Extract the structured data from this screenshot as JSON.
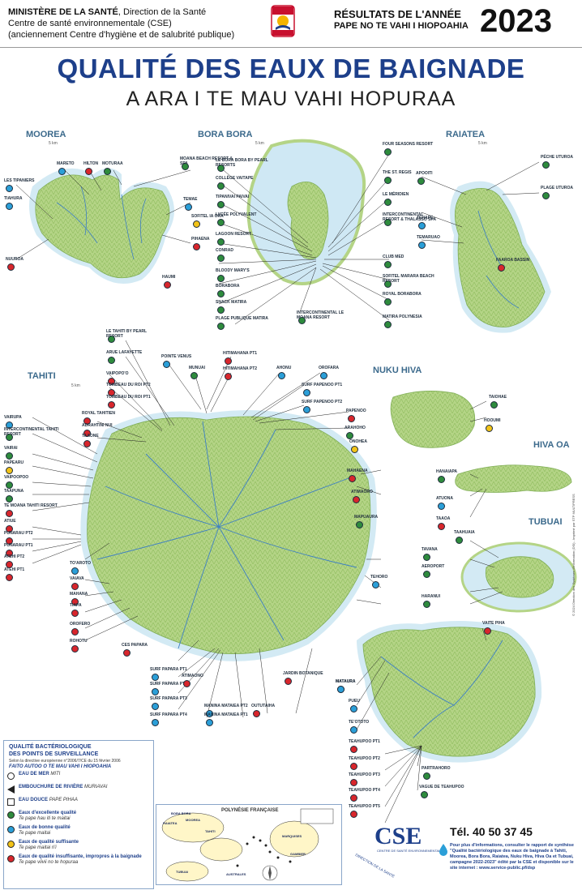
{
  "header": {
    "ministry": "MINISTÈRE DE LA SANTÉ",
    "direction": ", Direction de la Santé",
    "centre": "Centre de santé environnementale (CSE)",
    "former": "(anciennement Centre d'hygiène et de salubrité publique)",
    "results_line1": "RÉSULTATS DE L'ANNÉE",
    "results_line2": "PAPE NO TE VAHI I HIOPOAHIA",
    "year": "2023"
  },
  "title": "QUALITÉ DES EAUX DE BAIGNADE",
  "subtitle": "A ARA I TE MAU VAHI HOPURAA",
  "regions": {
    "moorea": "MOOREA",
    "bora": "BORA BORA",
    "raiatea": "RAIATEA",
    "tahiti": "TAHITI",
    "nukuhiva": "NUKU HIVA",
    "hivaoa": "HIVA OA",
    "tubuai": "TUBUAI"
  },
  "scale_label": "5 km",
  "colors": {
    "excellent": "#2e8b3d",
    "good": "#2b9fd8",
    "sufficient": "#f2c318",
    "insufficient": "#d8262c",
    "land": "#b7d58a",
    "river": "#3d7fc4",
    "lagoon": "#cfe8f4"
  },
  "sites": {
    "moorea": [
      {
        "name": "MARETO",
        "q": "good"
      },
      {
        "name": "HILTON",
        "q": "insufficient"
      },
      {
        "name": "MOTURAA",
        "q": "excellent"
      },
      {
        "name": "MOANA BEACH RESORT & SPA",
        "q": "excellent"
      },
      {
        "name": "LES TIPANIERS",
        "q": "good"
      },
      {
        "name": "TIAHURA",
        "q": "good"
      },
      {
        "name": "TEMAE",
        "q": "good"
      },
      {
        "name": "SOFITEL IA ORA",
        "q": "sufficient"
      },
      {
        "name": "PIHAENA",
        "q": "insufficient"
      },
      {
        "name": "NUUROA",
        "q": "insufficient"
      },
      {
        "name": "HAUMI",
        "q": "insufficient"
      }
    ],
    "bora": [
      {
        "name": "LE BORA BORA BY PEARL RESORTS",
        "q": "excellent"
      },
      {
        "name": "COLLÈGE VAITAPE",
        "q": "excellent"
      },
      {
        "name": "TIPANIVAI PAIVAI",
        "q": "excellent"
      },
      {
        "name": "LYCÉE POLYVALENT",
        "q": "excellent"
      },
      {
        "name": "LAGOON RESORT",
        "q": "excellent"
      },
      {
        "name": "CONRAD",
        "q": "excellent"
      },
      {
        "name": "BLOODY MARY'S",
        "q": "excellent"
      },
      {
        "name": "BORABORA",
        "q": "excellent"
      },
      {
        "name": "SNACK MATIRA",
        "q": "excellent"
      },
      {
        "name": "PLAGE PUBLIQUE MATIRA",
        "q": "excellent"
      },
      {
        "name": "INTERCONTINENTAL LE MOANA RESORT",
        "q": "excellent"
      },
      {
        "name": "FOUR SEASONS RESORT",
        "q": "excellent"
      },
      {
        "name": "THE ST. REGIS",
        "q": "excellent"
      },
      {
        "name": "LE MÉRIDIEN",
        "q": "excellent"
      },
      {
        "name": "INTERCONTINENTAL RESORT & THALASSO SPA",
        "q": "excellent"
      },
      {
        "name": "CLUB MED",
        "q": "excellent"
      },
      {
        "name": "SOFITEL MARARA BEACH RESORT",
        "q": "excellent"
      },
      {
        "name": "ROYAL BORABORA",
        "q": "excellent"
      },
      {
        "name": "MATIRA POLYNESIA",
        "q": "excellent"
      }
    ],
    "raiatea": [
      {
        "name": "APOOITI",
        "q": "excellent"
      },
      {
        "name": "PÉCHE UTUROA",
        "q": "excellent"
      },
      {
        "name": "PLAGE UTUROA",
        "q": "excellent"
      },
      {
        "name": "TEHAPE",
        "q": "good"
      },
      {
        "name": "TEMARUAO",
        "q": "good"
      },
      {
        "name": "FAAROA BASSIN",
        "q": "insufficient"
      }
    ],
    "tahiti": [
      {
        "name": "LE TAHITI BY PEARL RESORT",
        "q": "excellent"
      },
      {
        "name": "ARUE LAFAYETTE",
        "q": "excellent"
      },
      {
        "name": "POINTE VENUS",
        "q": "good"
      },
      {
        "name": "HITIMAHANA PT1",
        "q": "insufficient"
      },
      {
        "name": "HITIMAHANA PT2",
        "q": "insufficient"
      },
      {
        "name": "MUNUAI",
        "q": "excellent"
      },
      {
        "name": "AHONU",
        "q": "good"
      },
      {
        "name": "OROFARA",
        "q": "good"
      },
      {
        "name": "SURF PAPENOO PT1",
        "q": "good"
      },
      {
        "name": "SURF PAPENOO PT2",
        "q": "good"
      },
      {
        "name": "PAPENOO",
        "q": "insufficient"
      },
      {
        "name": "ARAHOHO",
        "q": "excellent"
      },
      {
        "name": "ONOHEA",
        "q": "sufficient"
      },
      {
        "name": "VAIPOPO'O",
        "q": "insufficient"
      },
      {
        "name": "TOMBEAU DU ROI PT2",
        "q": "insufficient"
      },
      {
        "name": "TOMBEAU DU ROI PT1",
        "q": "insufficient"
      },
      {
        "name": "ROYAL TAHITIEN",
        "q": "insufficient"
      },
      {
        "name": "ADRAHTINI NUI",
        "q": "insufficient"
      },
      {
        "name": "TAAONE",
        "q": "insufficient"
      },
      {
        "name": "VAIRUPA",
        "q": "good"
      },
      {
        "name": "INTERCONTINENTAL TAHITI RESORT",
        "q": "excellent"
      },
      {
        "name": "VAIRAI",
        "q": "excellent"
      },
      {
        "name": "PAPEARU",
        "q": "sufficient"
      },
      {
        "name": "VAIPOOPOO",
        "q": "excellent"
      },
      {
        "name": "TAAPUNA",
        "q": "excellent"
      },
      {
        "name": "TE MOANA TAHITI RESORT",
        "q": "insufficient"
      },
      {
        "name": "ATIUE",
        "q": "insufficient"
      },
      {
        "name": "PUNARAU PT2",
        "q": "insufficient"
      },
      {
        "name": "PUNARAU PT1",
        "q": "insufficient"
      },
      {
        "name": "ATEHI PT2",
        "q": "insufficient"
      },
      {
        "name": "ATEHI PT1",
        "q": "insufficient"
      },
      {
        "name": "TO'AROTO",
        "q": "good"
      },
      {
        "name": "VAIAVA",
        "q": "insufficient"
      },
      {
        "name": "MAHANA",
        "q": "insufficient"
      },
      {
        "name": "TIAPA",
        "q": "insufficient"
      },
      {
        "name": "OROFERO",
        "q": "insufficient"
      },
      {
        "name": "ROHOTU",
        "q": "insufficient"
      },
      {
        "name": "CES PAPARA",
        "q": "insufficient"
      },
      {
        "name": "SURF PAPARA PT1",
        "q": "good"
      },
      {
        "name": "SURF PAPARA PT2",
        "q": "good"
      },
      {
        "name": "SURF PAPARA PT3",
        "q": "good"
      },
      {
        "name": "SURF PAPARA PT4",
        "q": "good"
      },
      {
        "name": "ATIMAONO",
        "q": "insufficient"
      },
      {
        "name": "MANINA MATAIEA PT2",
        "q": "good"
      },
      {
        "name": "MANINA MATAIEA PT1",
        "q": "good"
      },
      {
        "name": "OUTUTAIHA",
        "q": "insufficient"
      },
      {
        "name": "JARDIN BOTANIQUE",
        "q": "insufficient"
      },
      {
        "name": "MATAURA",
        "q": "good"
      },
      {
        "name": "MAHAENA",
        "q": "insufficient"
      },
      {
        "name": "ATIMAORO",
        "q": "insufficient"
      },
      {
        "name": "MAPUAURA",
        "q": "excellent"
      },
      {
        "name": "TEHORO",
        "q": "good"
      }
    ],
    "taiarapu": [
      {
        "name": "MATAURA",
        "q": "good"
      },
      {
        "name": "PUEU",
        "q": "good"
      },
      {
        "name": "TE'OTOTO",
        "q": "good"
      },
      {
        "name": "TEAHUPOO PT1",
        "q": "insufficient"
      },
      {
        "name": "TEAHUPOO PT2",
        "q": "insufficient"
      },
      {
        "name": "TEAHUPOO PT3",
        "q": "insufficient"
      },
      {
        "name": "TEAHUPOO PT4",
        "q": "insufficient"
      },
      {
        "name": "TEAHUPOO PT5",
        "q": "insufficient"
      },
      {
        "name": "PARTRAHORO",
        "q": "excellent"
      },
      {
        "name": "VAGUE DE TEAHUPOO",
        "q": "excellent"
      },
      {
        "name": "VAITE PIHA",
        "q": "insufficient"
      }
    ],
    "nukuhiva": [
      {
        "name": "TAIOHAE",
        "q": "excellent"
      },
      {
        "name": "HOOUMI",
        "q": "sufficient"
      }
    ],
    "hivaoa": [
      {
        "name": "HANAIAPA",
        "q": "excellent"
      },
      {
        "name": "ATUONA",
        "q": "good"
      },
      {
        "name": "TAAOA",
        "q": "insufficient"
      }
    ],
    "tubuai": [
      {
        "name": "TAAHUAIA",
        "q": "excellent"
      },
      {
        "name": "TAVANA",
        "q": "excellent"
      },
      {
        "name": "AEROPORT",
        "q": "excellent"
      },
      {
        "name": "HARANUI",
        "q": "excellent"
      }
    ]
  },
  "legend": {
    "title1": "QUALITÉ BACTÉRIOLOGIQUE",
    "title2": "DES POINTS DE SURVEILLANCE",
    "subtitle": "Selon la directive européenne n°2006/7/CE du 15 février 2006",
    "subtitle_tahitian": "FAITO AUTOO O TE MAU VAHI I HIOPOAHIA",
    "items": [
      {
        "label": "EAU DE MER",
        "tah": "MITI",
        "sym": "circle"
      },
      {
        "label": "EMBOUCHURE DE RIVIÈRE",
        "tah": "MURIAVAI",
        "sym": "triangle"
      },
      {
        "label": "EAU DOUCE",
        "tah": "PAPE PIHAA",
        "sym": "square"
      },
      {
        "label": "Eaux d'excellente qualité",
        "tah": "Te pape hau iti te maitai",
        "sym": "excellent"
      },
      {
        "label": "Eaux de bonne qualité",
        "tah": "Te pape maitai",
        "sym": "good"
      },
      {
        "label": "Eaux de qualité suffisante",
        "tah": "Te pape maitai ri'i",
        "sym": "sufficient"
      },
      {
        "label": "Eaux de qualité insuffisante, impropres à la baignade",
        "tah": "Te pape viivii no te hopuraa",
        "sym": "insufficient"
      }
    ]
  },
  "inset": {
    "title": "POLYNÉSIE FRANÇAISE",
    "islands": [
      "BORA BORA",
      "RAIATEA",
      "MOOREA",
      "TAHITI",
      "MARQUISES",
      "TUBUAI",
      "AUSTRALES",
      "GAMBIER"
    ]
  },
  "footer": {
    "cse": "CSE",
    "cse_full": "CENTRE DE SANTÉ ENVIRONNEMENTALE",
    "cse_dir": "DIRECTION DE LA SANTÉ",
    "phone": "Tél. 40 50 37 45",
    "info": "Pour plus d'informations, consulter le rapport de synthèse \"Qualité bactériologique des eaux de baignade à Tahiti, Moorea, Bora Bora, Raiatea, Nuku Hiva, Hiva Oa et Tubuai, campagne 2022-2023\" édité par la CSE et disponible sur le site internet : www.service-public.pf/dsp",
    "credit": "© 2024 Direction des Systèmes d'Information (DSI) - Imprimé par STP MULTIPRESS"
  }
}
